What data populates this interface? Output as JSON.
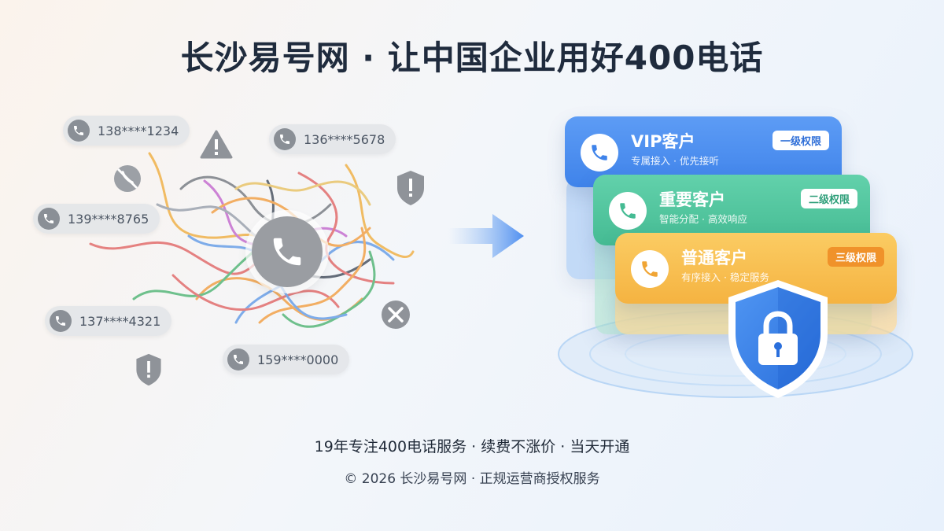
{
  "title": "长沙易号网 · 让中国企业用好400电话",
  "numbers": [
    "138****1234",
    "136****5678",
    "139****8765",
    "137****4321",
    "159****0000"
  ],
  "cards": [
    {
      "name": "VIP客户",
      "sub": "专属接入 · 优先接听",
      "badge": "一级权限",
      "color": "#4f8ff0",
      "badge_color": "#2f6fd8"
    },
    {
      "name": "重要客户",
      "sub": "智能分配 · 高效响应",
      "badge": "二级权限",
      "color": "#52c8a0",
      "badge_color": "#2f9f7a"
    },
    {
      "name": "普通客户",
      "sub": "有序接入 · 稳定服务",
      "badge": "三级权限",
      "color": "#f7bf52",
      "badge_color": "#e08a1a"
    }
  ],
  "footer": {
    "line1": "19年专注400电话服务 · 续费不涨价 · 当天开通",
    "line2": "© 2026 长沙易号网 · 正规运营商授权服务"
  },
  "icons": [
    "phone-icon",
    "warning-icon",
    "shield-alert-icon",
    "no-call-icon",
    "close-circle-icon",
    "arrow-right-icon",
    "security-shield-lock-icon"
  ]
}
